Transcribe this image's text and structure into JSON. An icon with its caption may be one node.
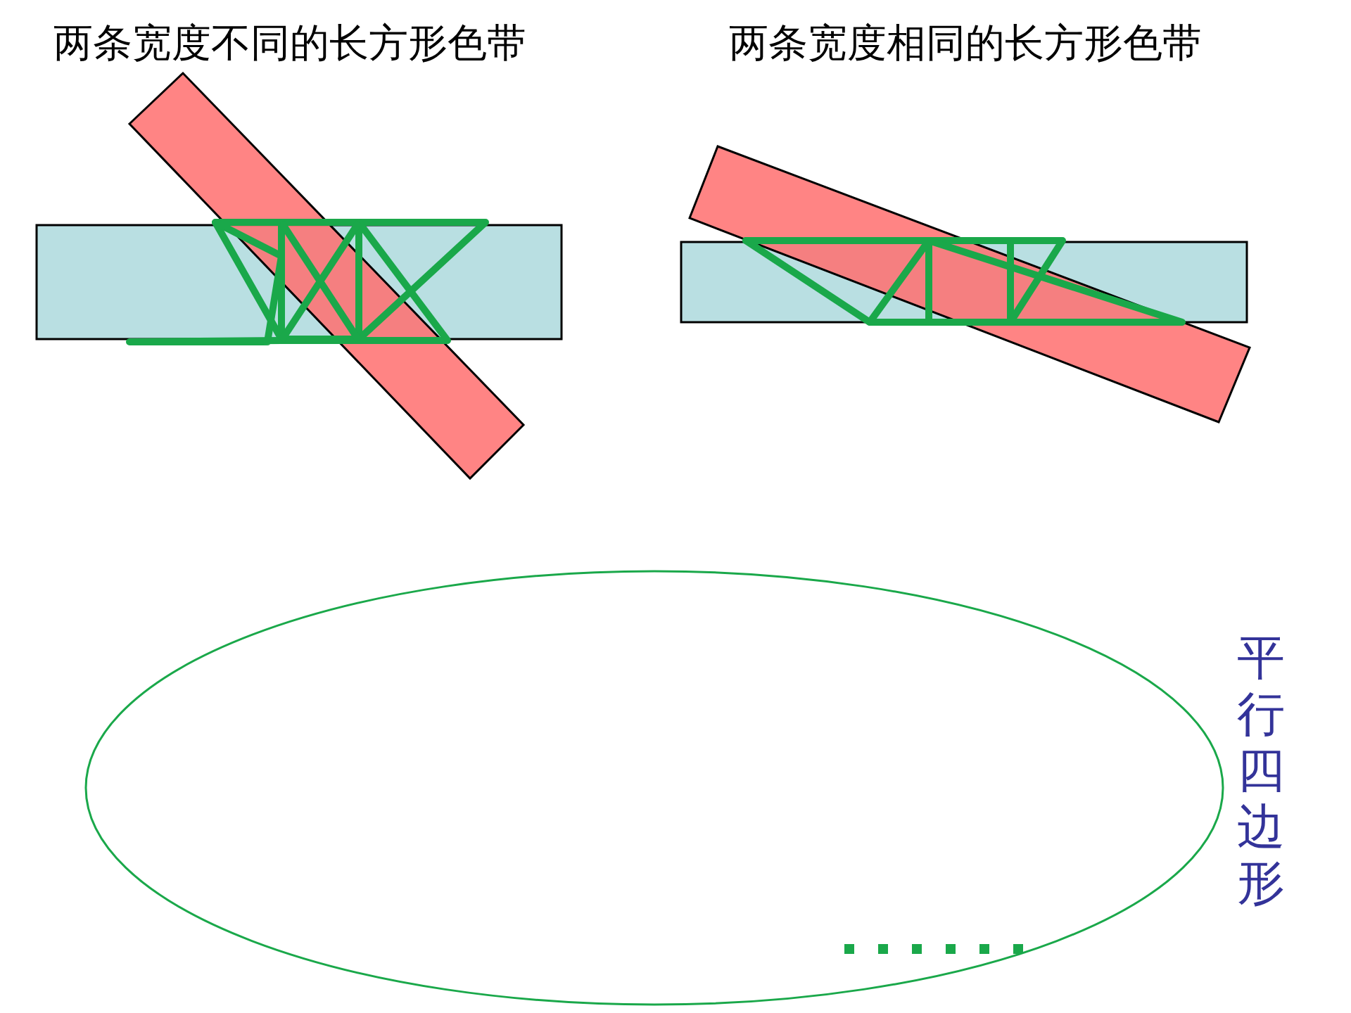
{
  "diagram": {
    "labels": [
      "两条宽度不同的长方形色带",
      "两条宽度相同的长方形色带",
      "平行四边形"
    ]
  }
}
